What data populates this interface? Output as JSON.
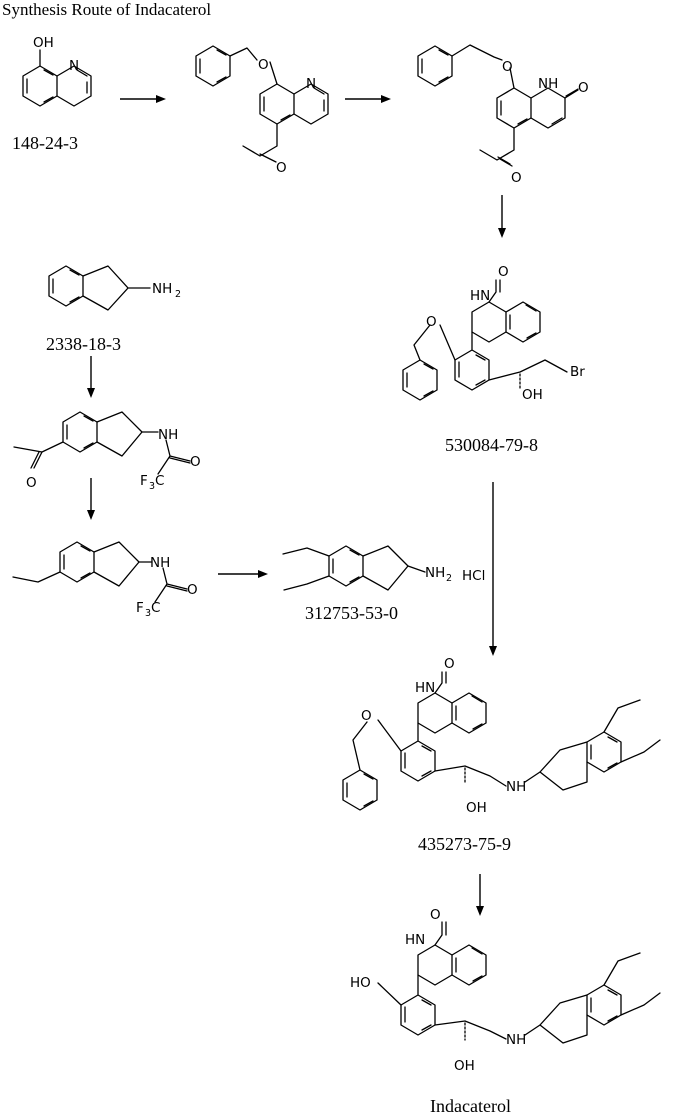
{
  "title": "Synthesis Route of Indacaterol",
  "compounds": {
    "c1": {
      "cas": "148-24-3"
    },
    "c530": {
      "cas": "530084-79-8"
    },
    "c2338": {
      "cas": "2338-18-3"
    },
    "c312": {
      "cas": "312753-53-0"
    },
    "c435": {
      "cas": "435273-75-9"
    },
    "product": {
      "name": "Indacaterol"
    }
  },
  "atom_labels": {
    "OH": "OH",
    "N": "N",
    "O": "O",
    "NH": "NH",
    "HN": "HN",
    "NH2": "NH",
    "Br": "Br",
    "HO": "HO",
    "F3C": "F",
    "C": "C",
    "HCl": "HCl",
    "sub2": "2",
    "sub3": "3"
  }
}
